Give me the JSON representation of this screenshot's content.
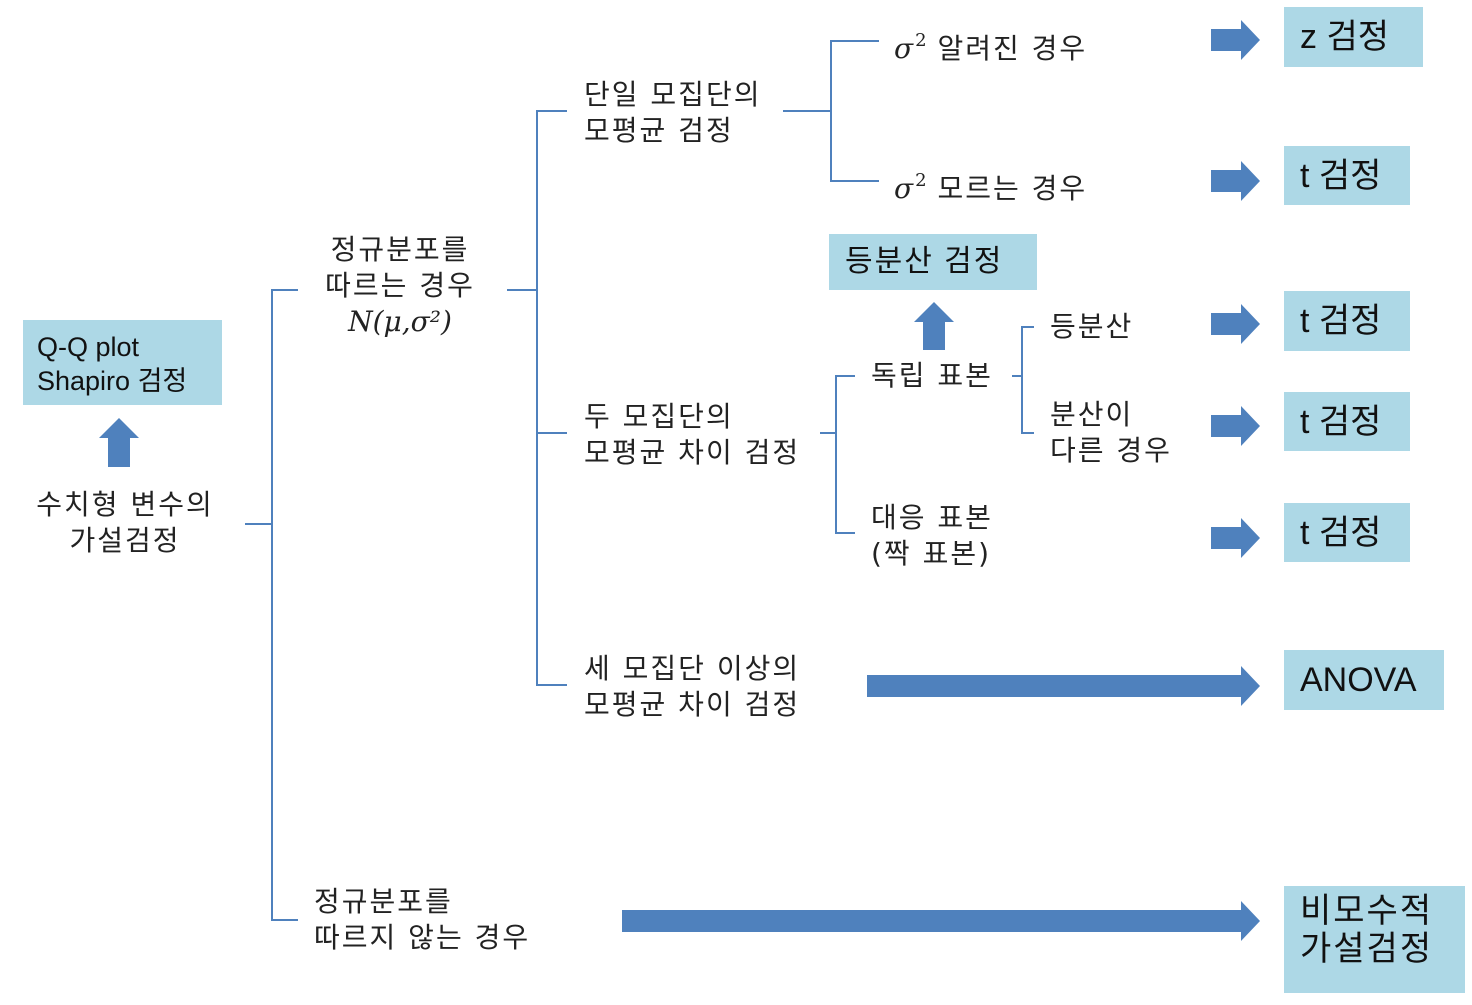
{
  "nodes": {
    "numeric_hypothesis": {
      "line1": "수치형 변수의",
      "line2": "가설검정"
    },
    "normality_test": {
      "line1": "Q-Q plot",
      "line2": "Shapiro 검정"
    },
    "normal": {
      "line1": "정규분포를",
      "line2": "따르는 경우",
      "formula": "N(μ,σ²)"
    },
    "not_normal": {
      "line1": "정규분포를",
      "line2": "따르지 않는 경우"
    },
    "one_sample": {
      "line1": "단일 모집단의",
      "line2": "모평균 검정"
    },
    "two_sample": {
      "line1": "두 모집단의",
      "line2": "모평균 차이 검정"
    },
    "multi_sample": {
      "line1": "세 모집단 이상의",
      "line2": "모평균 차이 검정"
    },
    "sigma_known": {
      "symbol": "σ",
      "exp": "2",
      "text": "알려진 경우"
    },
    "sigma_unknown": {
      "symbol": "σ",
      "exp": "2",
      "text": "모르는 경우"
    },
    "independent": {
      "label": "독립 표본"
    },
    "paired": {
      "line1": "대응 표본",
      "line2": "(짝 표본)"
    },
    "equal_var": {
      "label": "등분산"
    },
    "unequal_var": {
      "line1": "분산이",
      "line2": "다른 경우"
    },
    "equal_var_test": {
      "label": "등분산 검정"
    }
  },
  "results": {
    "z_test": "z 검정",
    "t_test_1": "t 검정",
    "t_test_2": "t 검정",
    "t_test_3": "t 검정",
    "t_test_4": "t 검정",
    "anova": "ANOVA",
    "nonparam_line1": "비모수적",
    "nonparam_line2": "가설검정"
  },
  "colors": {
    "line": "#4f81bd",
    "arrow": "#4f81bd",
    "box": "#add8e6"
  }
}
